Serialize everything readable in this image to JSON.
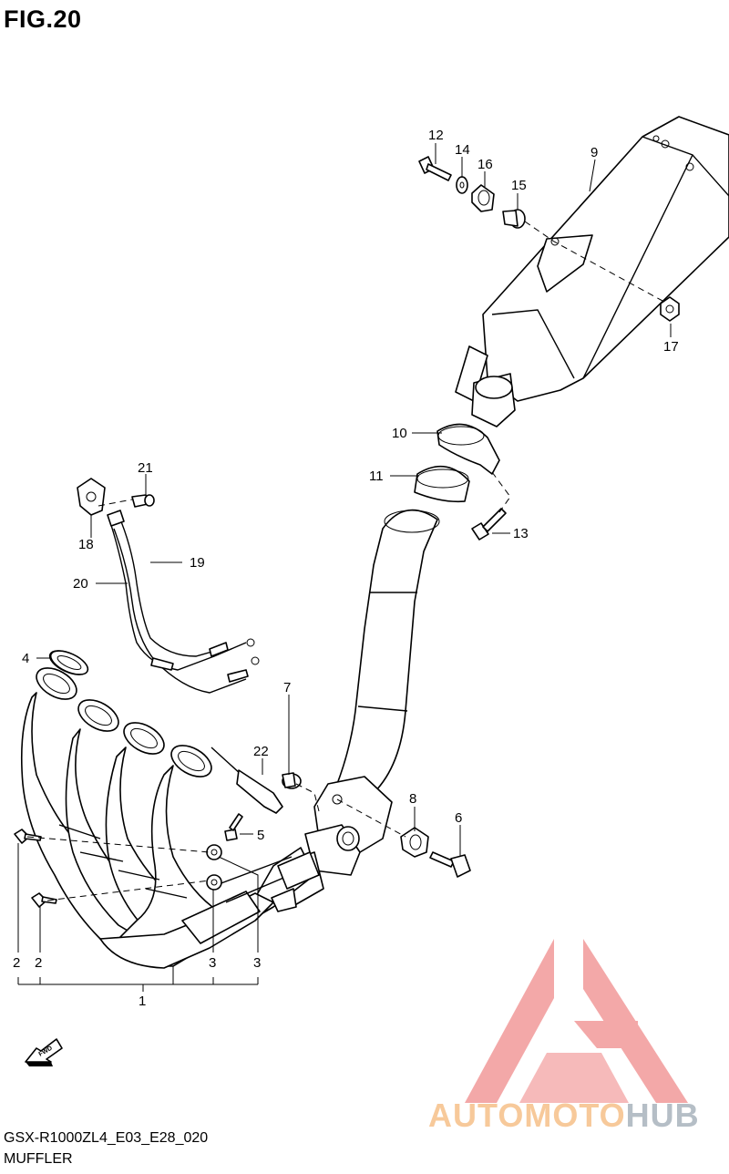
{
  "figure": {
    "title": "FIG.20"
  },
  "footer": {
    "model_code": "GSX-R1000ZL4_E03_E28_020",
    "section": "MUFFLER"
  },
  "fwd_arrow": {
    "label": "FWD"
  },
  "watermark": {
    "part1": "AUTOMOTO",
    "part2": "HUB",
    "logo_color": "#f29a9a"
  },
  "callouts": [
    "12",
    "14",
    "16",
    "15",
    "9",
    "17",
    "10",
    "11",
    "13",
    "21",
    "18",
    "20",
    "19",
    "4",
    "7",
    "22",
    "5",
    "8",
    "6",
    "2",
    "2",
    "3",
    "3",
    "1"
  ]
}
